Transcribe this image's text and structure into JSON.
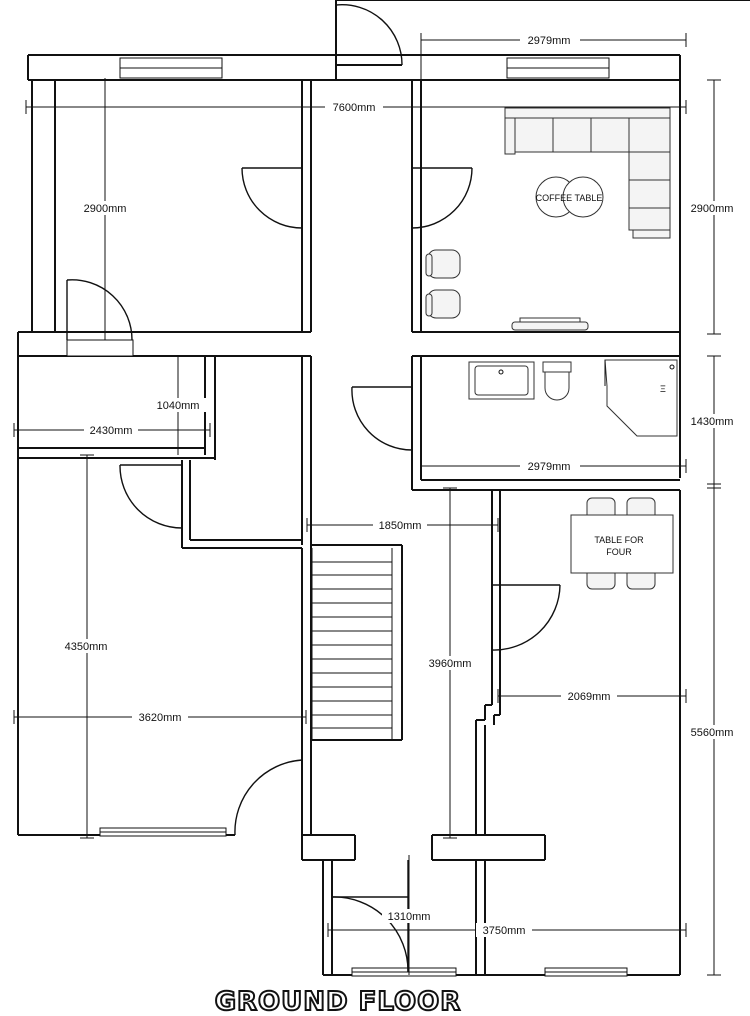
{
  "title": "GROUND FLOOR",
  "labels": {
    "coffee_table": "COFFEE TABLE",
    "table_line1": "TABLE FOR",
    "table_line2": "FOUR"
  },
  "dimensions": {
    "top_right_width": "2979mm",
    "overall_width": "7600mm",
    "front_left_room_depth": "2900mm",
    "front_right_room_depth": "2900mm",
    "small_room_depth": "1040mm",
    "small_room_width": "2430mm",
    "bathroom_depth": "1430mm",
    "bathroom_width": "2979mm",
    "hall_width": "1850mm",
    "living_room_depth": "4350mm",
    "living_room_width": "3620mm",
    "kitchen_corridor": "3960mm",
    "kitchen_width": "2069mm",
    "kitchen_depth": "5560mm",
    "porch_depth": "1310mm",
    "rear_width": "3750mm"
  }
}
